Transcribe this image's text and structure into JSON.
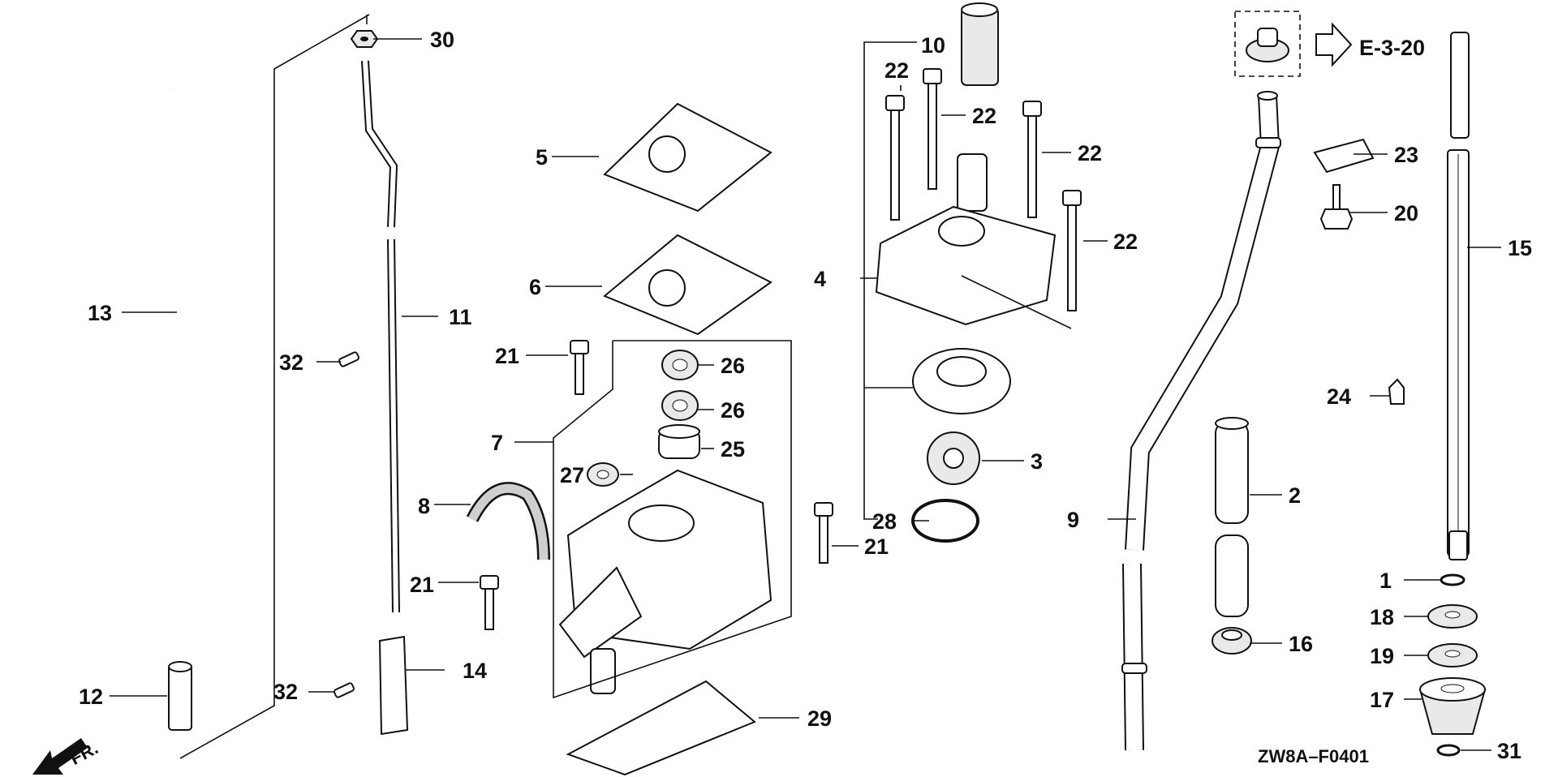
{
  "diagram": {
    "code": "ZW8A–F0401",
    "reference": "E-3-20",
    "direction_label": "FR.",
    "callouts": [
      "1",
      "2",
      "3",
      "4",
      "5",
      "6",
      "7",
      "8",
      "9",
      "10",
      "11",
      "12",
      "13",
      "14",
      "15",
      "16",
      "17",
      "18",
      "19",
      "20",
      "21",
      "21",
      "21",
      "22",
      "22",
      "22",
      "22",
      "23",
      "24",
      "25",
      "26",
      "26",
      "27",
      "28",
      "29",
      "30",
      "31",
      "32",
      "32"
    ]
  }
}
